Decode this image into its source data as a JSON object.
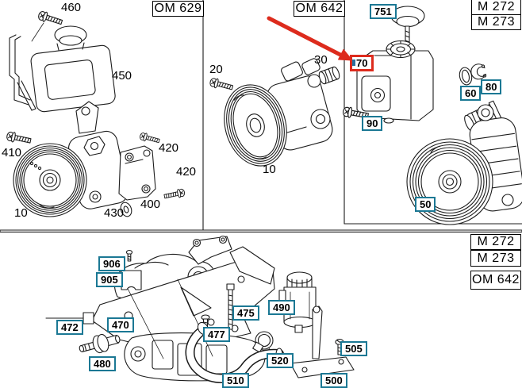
{
  "diagram": {
    "type": "engine-parts-diagram",
    "subject": "power-steering-pump-group",
    "engine_boxes": {
      "top_left": "OM 629",
      "top_middle": "OM 642",
      "top_right": [
        "M 272",
        "M 273"
      ],
      "bottom_right": [
        "M 272",
        "M 273",
        "OM 642"
      ]
    },
    "plain_part_numbers": {
      "p460": "460",
      "p450": "450",
      "p410": "410",
      "p420a": "420",
      "p420b": "420",
      "p400": "400",
      "p430": "430",
      "p10a": "10",
      "p20": "20",
      "p30": "30",
      "p10b": "10"
    },
    "callout_part_numbers": {
      "p751": "751",
      "p70": "70",
      "p90": "90",
      "p60": "60",
      "p80": "80",
      "p50": "50",
      "p906": "906",
      "p905": "905",
      "p472": "472",
      "p470": "470",
      "p480": "480",
      "p477": "477",
      "p475": "475",
      "p490": "490",
      "p520": "520",
      "p510": "510",
      "p500": "500",
      "p505": "505"
    },
    "highlighted_part": "70",
    "colors": {
      "callout_border": "#1b7894",
      "highlight": "#dd2b1d",
      "line_art": "#1c1c1c",
      "background": "#ffffff"
    }
  }
}
